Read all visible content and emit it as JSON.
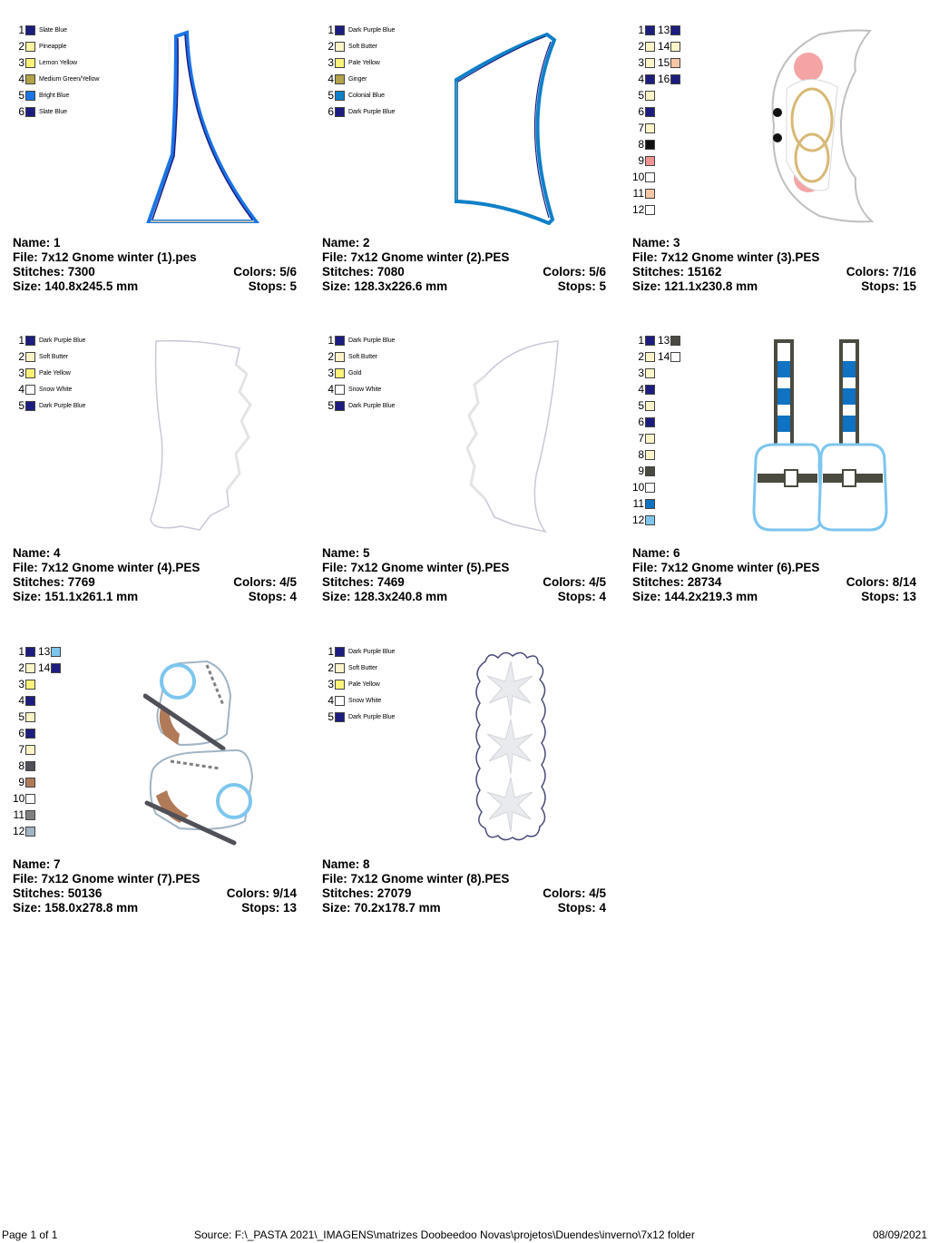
{
  "labels": {
    "name": "Name:",
    "file": "File:",
    "stitches": "Stitches:",
    "colors": "Colors:",
    "size": "Size:",
    "stops": "Stops:"
  },
  "designs": [
    {
      "name": "1",
      "file": "7x12 Gnome winter (1).pes",
      "stitches": "7300",
      "colors": "5/6",
      "size": "140.8x245.5 mm",
      "stops": "5",
      "legend": [
        {
          "num": "1",
          "color": "#1d1d80",
          "name": "Slate Blue"
        },
        {
          "num": "2",
          "color": "#fdf5a2",
          "name": "Pineapple"
        },
        {
          "num": "3",
          "color": "#fdf27a",
          "name": "Lemon Yellow"
        },
        {
          "num": "4",
          "color": "#b3a34a",
          "name": "Medium Green/Yellow"
        },
        {
          "num": "5",
          "color": "#1a74e6",
          "name": "Bright Blue"
        },
        {
          "num": "6",
          "color": "#1d1d80",
          "name": "Slate Blue"
        }
      ]
    },
    {
      "name": "2",
      "file": "7x12 Gnome winter (2).PES",
      "stitches": "7080",
      "colors": "5/6",
      "size": "128.3x226.6 mm",
      "stops": "5",
      "legend": [
        {
          "num": "1",
          "color": "#1d1d80",
          "name": "Dark Purple Blue"
        },
        {
          "num": "2",
          "color": "#fdf5c8",
          "name": "Soft Butter"
        },
        {
          "num": "3",
          "color": "#fdf27a",
          "name": "Pale Yellow"
        },
        {
          "num": "4",
          "color": "#b3a34a",
          "name": "Ginger"
        },
        {
          "num": "5",
          "color": "#0f80c8",
          "name": "Colonial Blue"
        },
        {
          "num": "6",
          "color": "#1d1d80",
          "name": "Dark Purple Blue"
        }
      ]
    },
    {
      "name": "3",
      "file": "7x12 Gnome winter (3).PES",
      "stitches": "15162",
      "colors": "7/16",
      "size": "121.1x230.8 mm",
      "stops": "15",
      "legend": [
        {
          "num": "1",
          "color": "#1d1d80",
          "name": ""
        },
        {
          "num": "2",
          "color": "#fdf5c8",
          "name": ""
        },
        {
          "num": "3",
          "color": "#fdf5c8",
          "name": ""
        },
        {
          "num": "4",
          "color": "#1d1d80",
          "name": ""
        },
        {
          "num": "5",
          "color": "#fdf5c8",
          "name": ""
        },
        {
          "num": "6",
          "color": "#1d1d80",
          "name": ""
        },
        {
          "num": "7",
          "color": "#fdf5c8",
          "name": ""
        },
        {
          "num": "8",
          "color": "#111111",
          "name": ""
        },
        {
          "num": "9",
          "color": "#f29494",
          "name": ""
        },
        {
          "num": "10",
          "color": "#ffffff",
          "name": ""
        },
        {
          "num": "11",
          "color": "#f6c7a4",
          "name": ""
        },
        {
          "num": "12",
          "color": "#ffffff",
          "name": ""
        },
        {
          "num": "13",
          "color": "#1d1d80",
          "name": ""
        },
        {
          "num": "14",
          "color": "#fdf5c8",
          "name": ""
        },
        {
          "num": "15",
          "color": "#f6c7a4",
          "name": ""
        },
        {
          "num": "16",
          "color": "#1d1d80",
          "name": ""
        }
      ]
    },
    {
      "name": "4",
      "file": "7x12 Gnome winter (4).PES",
      "stitches": "7769",
      "colors": "4/5",
      "size": "151.1x261.1 mm",
      "stops": "4",
      "legend": [
        {
          "num": "1",
          "color": "#1d1d80",
          "name": "Dark Purple Blue"
        },
        {
          "num": "2",
          "color": "#fdf5c8",
          "name": "Soft Butter"
        },
        {
          "num": "3",
          "color": "#fdf27a",
          "name": "Pale Yellow"
        },
        {
          "num": "4",
          "color": "#ffffff",
          "name": "Snow White"
        },
        {
          "num": "5",
          "color": "#1d1d80",
          "name": "Dark Purple Blue"
        }
      ]
    },
    {
      "name": "5",
      "file": "7x12 Gnome winter (5).PES",
      "stitches": "7469",
      "colors": "4/5",
      "size": "128.3x240.8 mm",
      "stops": "4",
      "legend": [
        {
          "num": "1",
          "color": "#1d1d80",
          "name": "Dark Purple Blue"
        },
        {
          "num": "2",
          "color": "#fdf5c8",
          "name": "Soft Butter"
        },
        {
          "num": "3",
          "color": "#fdf27a",
          "name": "Gold"
        },
        {
          "num": "4",
          "color": "#ffffff",
          "name": "Snow White"
        },
        {
          "num": "5",
          "color": "#1d1d80",
          "name": "Dark Purple Blue"
        }
      ]
    },
    {
      "name": "6",
      "file": "7x12 Gnome winter (6).PES",
      "stitches": "28734",
      "colors": "8/14",
      "size": "144.2x219.3 mm",
      "stops": "13",
      "legend": [
        {
          "num": "1",
          "color": "#1d1d80",
          "name": ""
        },
        {
          "num": "2",
          "color": "#fdf5c8",
          "name": ""
        },
        {
          "num": "3",
          "color": "#fdf5c8",
          "name": ""
        },
        {
          "num": "4",
          "color": "#1d1d80",
          "name": ""
        },
        {
          "num": "5",
          "color": "#fdf5c8",
          "name": ""
        },
        {
          "num": "6",
          "color": "#1d1d80",
          "name": ""
        },
        {
          "num": "7",
          "color": "#fdf5c8",
          "name": ""
        },
        {
          "num": "8",
          "color": "#fdf5c8",
          "name": ""
        },
        {
          "num": "9",
          "color": "#4a4a40",
          "name": ""
        },
        {
          "num": "10",
          "color": "#ffffff",
          "name": ""
        },
        {
          "num": "11",
          "color": "#0f72c2",
          "name": ""
        },
        {
          "num": "12",
          "color": "#7cc6ee",
          "name": ""
        },
        {
          "num": "13",
          "color": "#4a4a40",
          "name": ""
        },
        {
          "num": "14",
          "color": "#ffffff",
          "name": ""
        }
      ]
    },
    {
      "name": "7",
      "file": "7x12 Gnome winter (7).PES",
      "stitches": "50136",
      "colors": "9/14",
      "size": "158.0x278.8 mm",
      "stops": "13",
      "legend": [
        {
          "num": "1",
          "color": "#1d1d80",
          "name": ""
        },
        {
          "num": "2",
          "color": "#fdf5c8",
          "name": ""
        },
        {
          "num": "3",
          "color": "#fdf27a",
          "name": ""
        },
        {
          "num": "4",
          "color": "#1d1d80",
          "name": ""
        },
        {
          "num": "5",
          "color": "#fdf5c8",
          "name": ""
        },
        {
          "num": "6",
          "color": "#1d1d80",
          "name": ""
        },
        {
          "num": "7",
          "color": "#fdf5c8",
          "name": ""
        },
        {
          "num": "8",
          "color": "#505058",
          "name": ""
        },
        {
          "num": "9",
          "color": "#b07a58",
          "name": ""
        },
        {
          "num": "10",
          "color": "#ffffff",
          "name": ""
        },
        {
          "num": "11",
          "color": "#808080",
          "name": ""
        },
        {
          "num": "12",
          "color": "#a0b4c4",
          "name": ""
        },
        {
          "num": "13",
          "color": "#7cc6ee",
          "name": ""
        },
        {
          "num": "14",
          "color": "#1d1d80",
          "name": ""
        }
      ]
    },
    {
      "name": "8",
      "file": "7x12 Gnome winter (8).PES",
      "stitches": "27079",
      "colors": "4/5",
      "size": "70.2x178.7 mm",
      "stops": "4",
      "legend": [
        {
          "num": "1",
          "color": "#1d1d80",
          "name": "Dark Purple Blue"
        },
        {
          "num": "2",
          "color": "#fdf5c8",
          "name": "Soft Butter"
        },
        {
          "num": "3",
          "color": "#fdf27a",
          "name": "Pale Yellow"
        },
        {
          "num": "4",
          "color": "#ffffff",
          "name": "Snow White"
        },
        {
          "num": "5",
          "color": "#1d1d80",
          "name": "Dark Purple Blue"
        }
      ]
    }
  ],
  "footer": {
    "page": "Page 1 of 1",
    "source": "Source: F:\\_PASTA 2021\\_IMAGENS\\matrizes Doobeedoo Novas\\projetos\\Duendes\\inverno\\7x12 folder",
    "date": "08/09/2021"
  }
}
